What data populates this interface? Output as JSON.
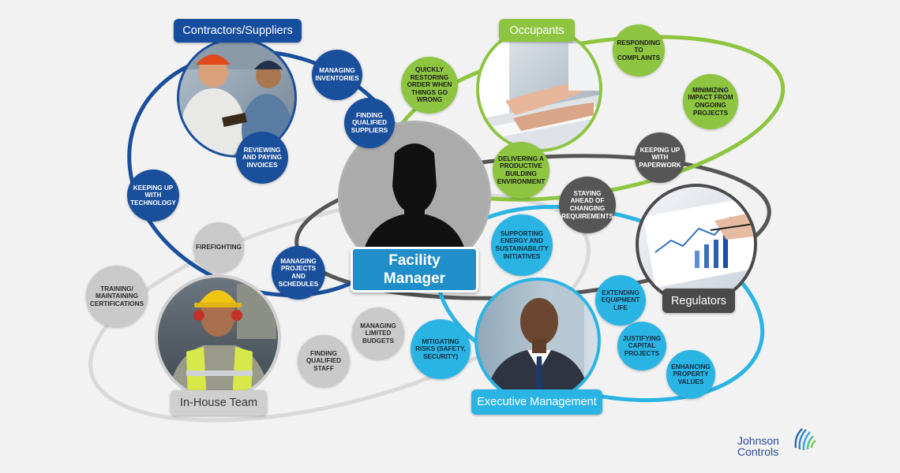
{
  "center": {
    "title_line1": "Facility",
    "title_line2": "Manager",
    "icon": "person-silhouette-icon"
  },
  "groups": {
    "contractors": {
      "label": "Contractors/Suppliers",
      "color": "#1a4f9c",
      "photo": "workers-photo"
    },
    "occupants": {
      "label": "Occupants",
      "color": "#8dc540",
      "photo": "typing-keyboard-photo"
    },
    "regulators": {
      "label": "Regulators",
      "color": "#4a4a4a",
      "photo": "reports-charts-photo"
    },
    "executive": {
      "label": "Executive Management",
      "color": "#2ab4e4",
      "photo": "executive-portrait-photo"
    },
    "inhouse": {
      "label": "In-House Team",
      "color": "#c8c8c8",
      "photo": "hardhat-worker-photo"
    }
  },
  "bubbles": [
    {
      "id": "managing-inventories",
      "text": "Managing Inventories",
      "group": "blue"
    },
    {
      "id": "finding-qualified-suppliers",
      "text": "Finding Qualified Suppliers",
      "group": "blue"
    },
    {
      "id": "reviewing-and-paying-invoices",
      "text": "Reviewing and Paying Invoices",
      "group": "blue"
    },
    {
      "id": "keeping-up-with-technology",
      "text": "Keeping Up With Technology",
      "group": "blue"
    },
    {
      "id": "managing-projects-and-schedules",
      "text": "Managing Projects and Schedules",
      "group": "blue"
    },
    {
      "id": "quickly-restoring-order",
      "text": "Quickly Restoring Order When Things Go Wrong",
      "group": "green"
    },
    {
      "id": "responding-to-complaints",
      "text": "Responding to Complaints",
      "group": "green"
    },
    {
      "id": "minimizing-impact",
      "text": "Minimizing Impact From Ongoing Projects",
      "group": "green"
    },
    {
      "id": "delivering-productive-environment",
      "text": "Delivering a Productive Building Environment",
      "group": "green"
    },
    {
      "id": "keeping-up-with-paperwork",
      "text": "Keeping Up With Paperwork",
      "group": "dgray"
    },
    {
      "id": "staying-ahead-of-requirements",
      "text": "Staying Ahead of Changing Requirements",
      "group": "dgray"
    },
    {
      "id": "supporting-energy",
      "text": "Supporting Energy and Sustainability Initiatives",
      "group": "cyan"
    },
    {
      "id": "extending-equipment-life",
      "text": "Extending Equipment Life",
      "group": "cyan"
    },
    {
      "id": "justifying-capital-projects",
      "text": "Justifying Capital Projects",
      "group": "cyan"
    },
    {
      "id": "enhancing-property-values",
      "text": "Enhancing Property Values",
      "group": "cyan"
    },
    {
      "id": "mitigating-risks",
      "text": "Mitigating Risks (Safety, Security)",
      "group": "cyan"
    },
    {
      "id": "firefighting",
      "text": "Firefighting",
      "group": "lgray"
    },
    {
      "id": "training-certifications",
      "text": "Training/ Maintaining Certifications",
      "group": "lgray"
    },
    {
      "id": "managing-limited-budgets",
      "text": "Managing Limited Budgets",
      "group": "lgray"
    },
    {
      "id": "finding-qualified-staff",
      "text": "Finding Qualified Staff",
      "group": "lgray"
    }
  ],
  "logo": {
    "line1": "Johnson",
    "line2": "Controls",
    "color": "#2a4a9a"
  },
  "colors": {
    "blue": "#1a4f9c",
    "green": "#8dc540",
    "cyan": "#2ab4e4",
    "dark_gray": "#4a4a4a",
    "light_gray": "#d4d4d4",
    "center": "#1f8ec9"
  }
}
